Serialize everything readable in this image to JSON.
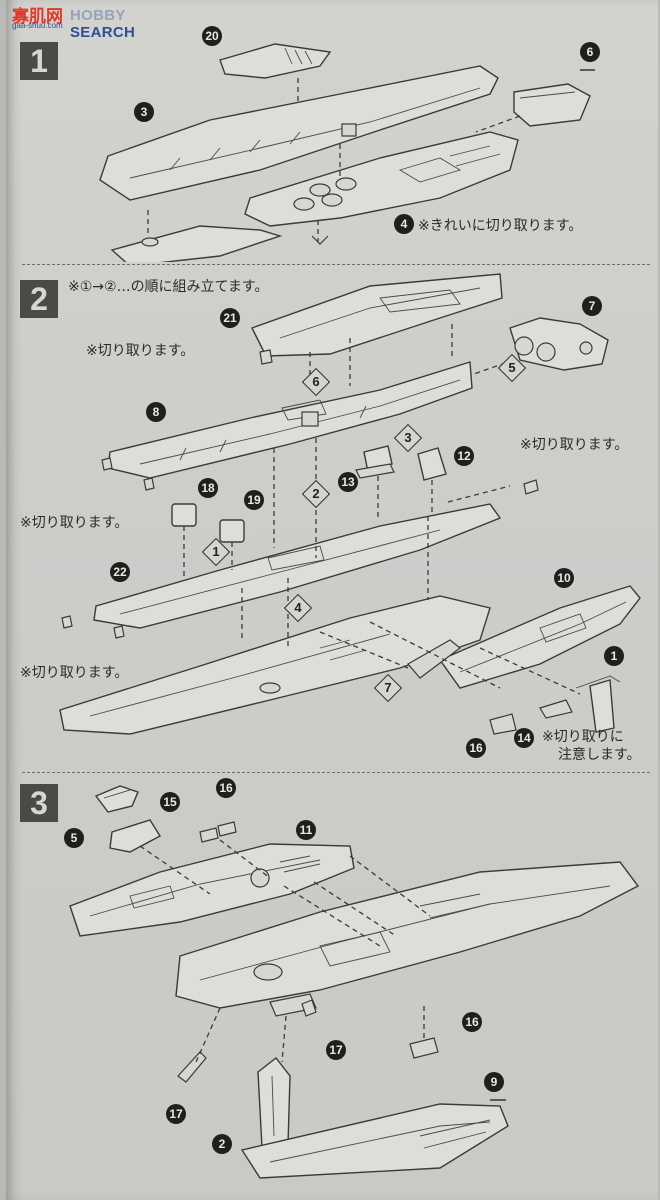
{
  "watermark": {
    "brand": "SEARCH",
    "brand_prefix": "HOBBY",
    "logo_kanji": "寡肌网",
    "url": "gaa-shuu.com"
  },
  "steps": [
    {
      "number": "1",
      "notes": [
        "※きれいに切り取ります。"
      ],
      "callouts": [
        "20",
        "6",
        "3",
        "4"
      ]
    },
    {
      "number": "2",
      "notes": [
        "※①→②…の順に組み立てます。",
        "※切り取ります。",
        "※切り取ります。",
        "※切り取ります。",
        "※切り取ります。",
        "※切り取りに",
        "注意します。"
      ],
      "callouts": [
        "21",
        "7",
        "8",
        "13",
        "12",
        "18",
        "19",
        "22",
        "10",
        "1",
        "16",
        "14"
      ],
      "sequence": [
        "1",
        "2",
        "3",
        "4",
        "5",
        "6",
        "7"
      ]
    },
    {
      "number": "3",
      "notes": [],
      "callouts": [
        "5",
        "15",
        "16",
        "11",
        "16",
        "17",
        "17",
        "2",
        "9"
      ]
    }
  ],
  "colors": {
    "paper": "#cfcfcc",
    "badge": "#4a4a48",
    "ink": "#2a2a28",
    "logo_blue": "#2d4f93",
    "logo_red": "#e03a2a"
  }
}
